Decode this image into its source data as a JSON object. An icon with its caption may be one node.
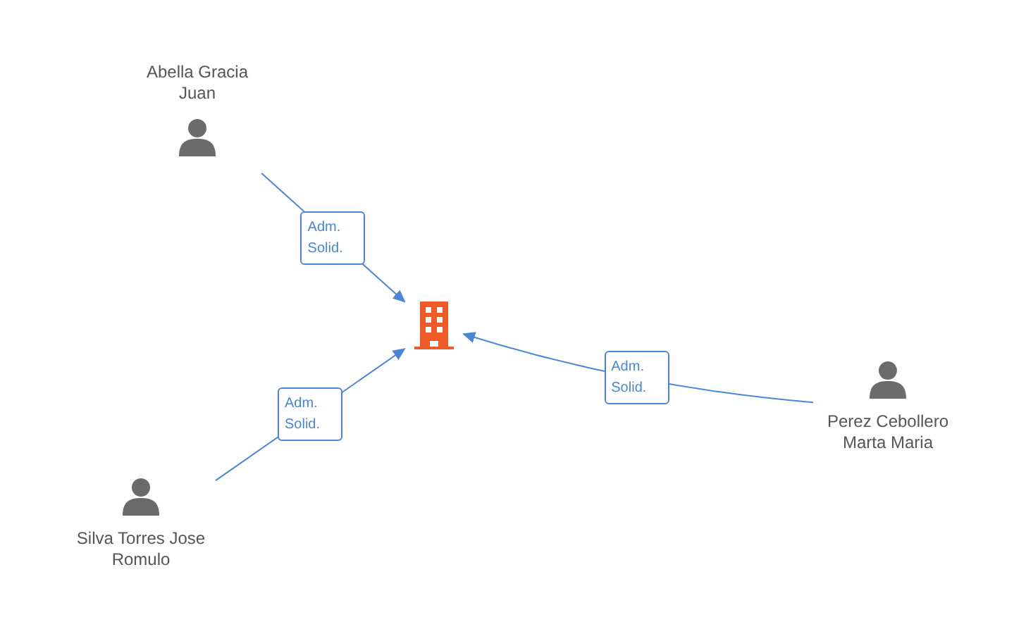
{
  "diagram": {
    "nodes": [
      {
        "text": [
          "Abella Gracia Juan"
        ]
      },
      {
        "text": [],
        "shape": "building"
      },
      {
        "text": [
          "Silva Torres Jose Romulo"
        ]
      },
      {
        "text": [
          "Perez Cebollero Marta Maria"
        ]
      }
    ],
    "edges": [
      {
        "from": 0,
        "to": 1,
        "arrow": "to",
        "label": "Adm. Solid."
      },
      {
        "from": 2,
        "to": 1,
        "arrow": "to",
        "label": "Adm. Solid."
      },
      {
        "from": 3,
        "to": 1,
        "arrow": "to",
        "label": "Adm. Solid."
      }
    ]
  }
}
